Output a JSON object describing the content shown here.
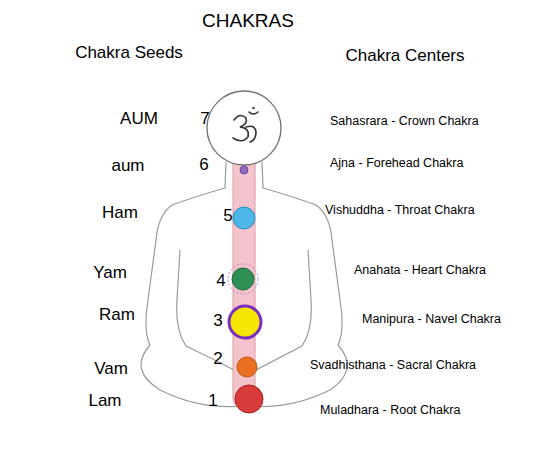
{
  "diagram": {
    "title": "CHAKRAS",
    "labels": [
      "Chakra Seeds",
      "Chakra Centers",
      "AUM",
      "7",
      "Sahasrara - Crown Chakra",
      "aum",
      "6",
      "Ajna - Forehead Chakra",
      "Ham",
      "5",
      "Vishuddha - Throat Chakra",
      "Yam",
      "4",
      "Anahata - Heart Chakra",
      "Ram",
      "3",
      "Manipura - Navel Chakra",
      "Vam",
      "2",
      "Svadhisthana - Sacral Chakra",
      "Lam",
      "1",
      "Muladhara - Root Chakra"
    ]
  }
}
